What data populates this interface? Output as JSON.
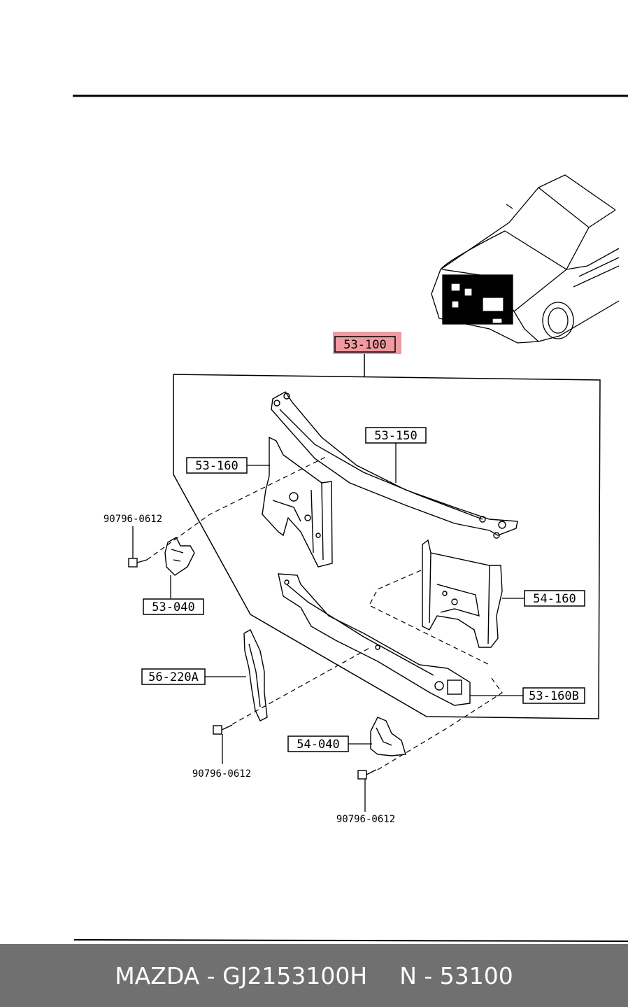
{
  "diagram": {
    "highlight_color": "#ee8f95",
    "callouts": [
      {
        "id": "c1",
        "label": "53-100",
        "highlighted": true
      },
      {
        "id": "c2",
        "label": "53-150"
      },
      {
        "id": "c3",
        "label": "53-160"
      },
      {
        "id": "c4",
        "label": "53-040"
      },
      {
        "id": "c5",
        "label": "54-160"
      },
      {
        "id": "c6",
        "label": "56-220A"
      },
      {
        "id": "c7",
        "label": "53-160B"
      },
      {
        "id": "c8",
        "label": "54-040"
      }
    ],
    "bolt_labels": [
      {
        "id": "b1",
        "label": "90796-0612"
      },
      {
        "id": "b2",
        "label": "90796-0612"
      },
      {
        "id": "b3",
        "label": "90796-0612"
      }
    ]
  },
  "footer": {
    "brand_part": "MAZDA - GJ2153100H",
    "group_code": "N - 53100",
    "background": "#707070"
  }
}
